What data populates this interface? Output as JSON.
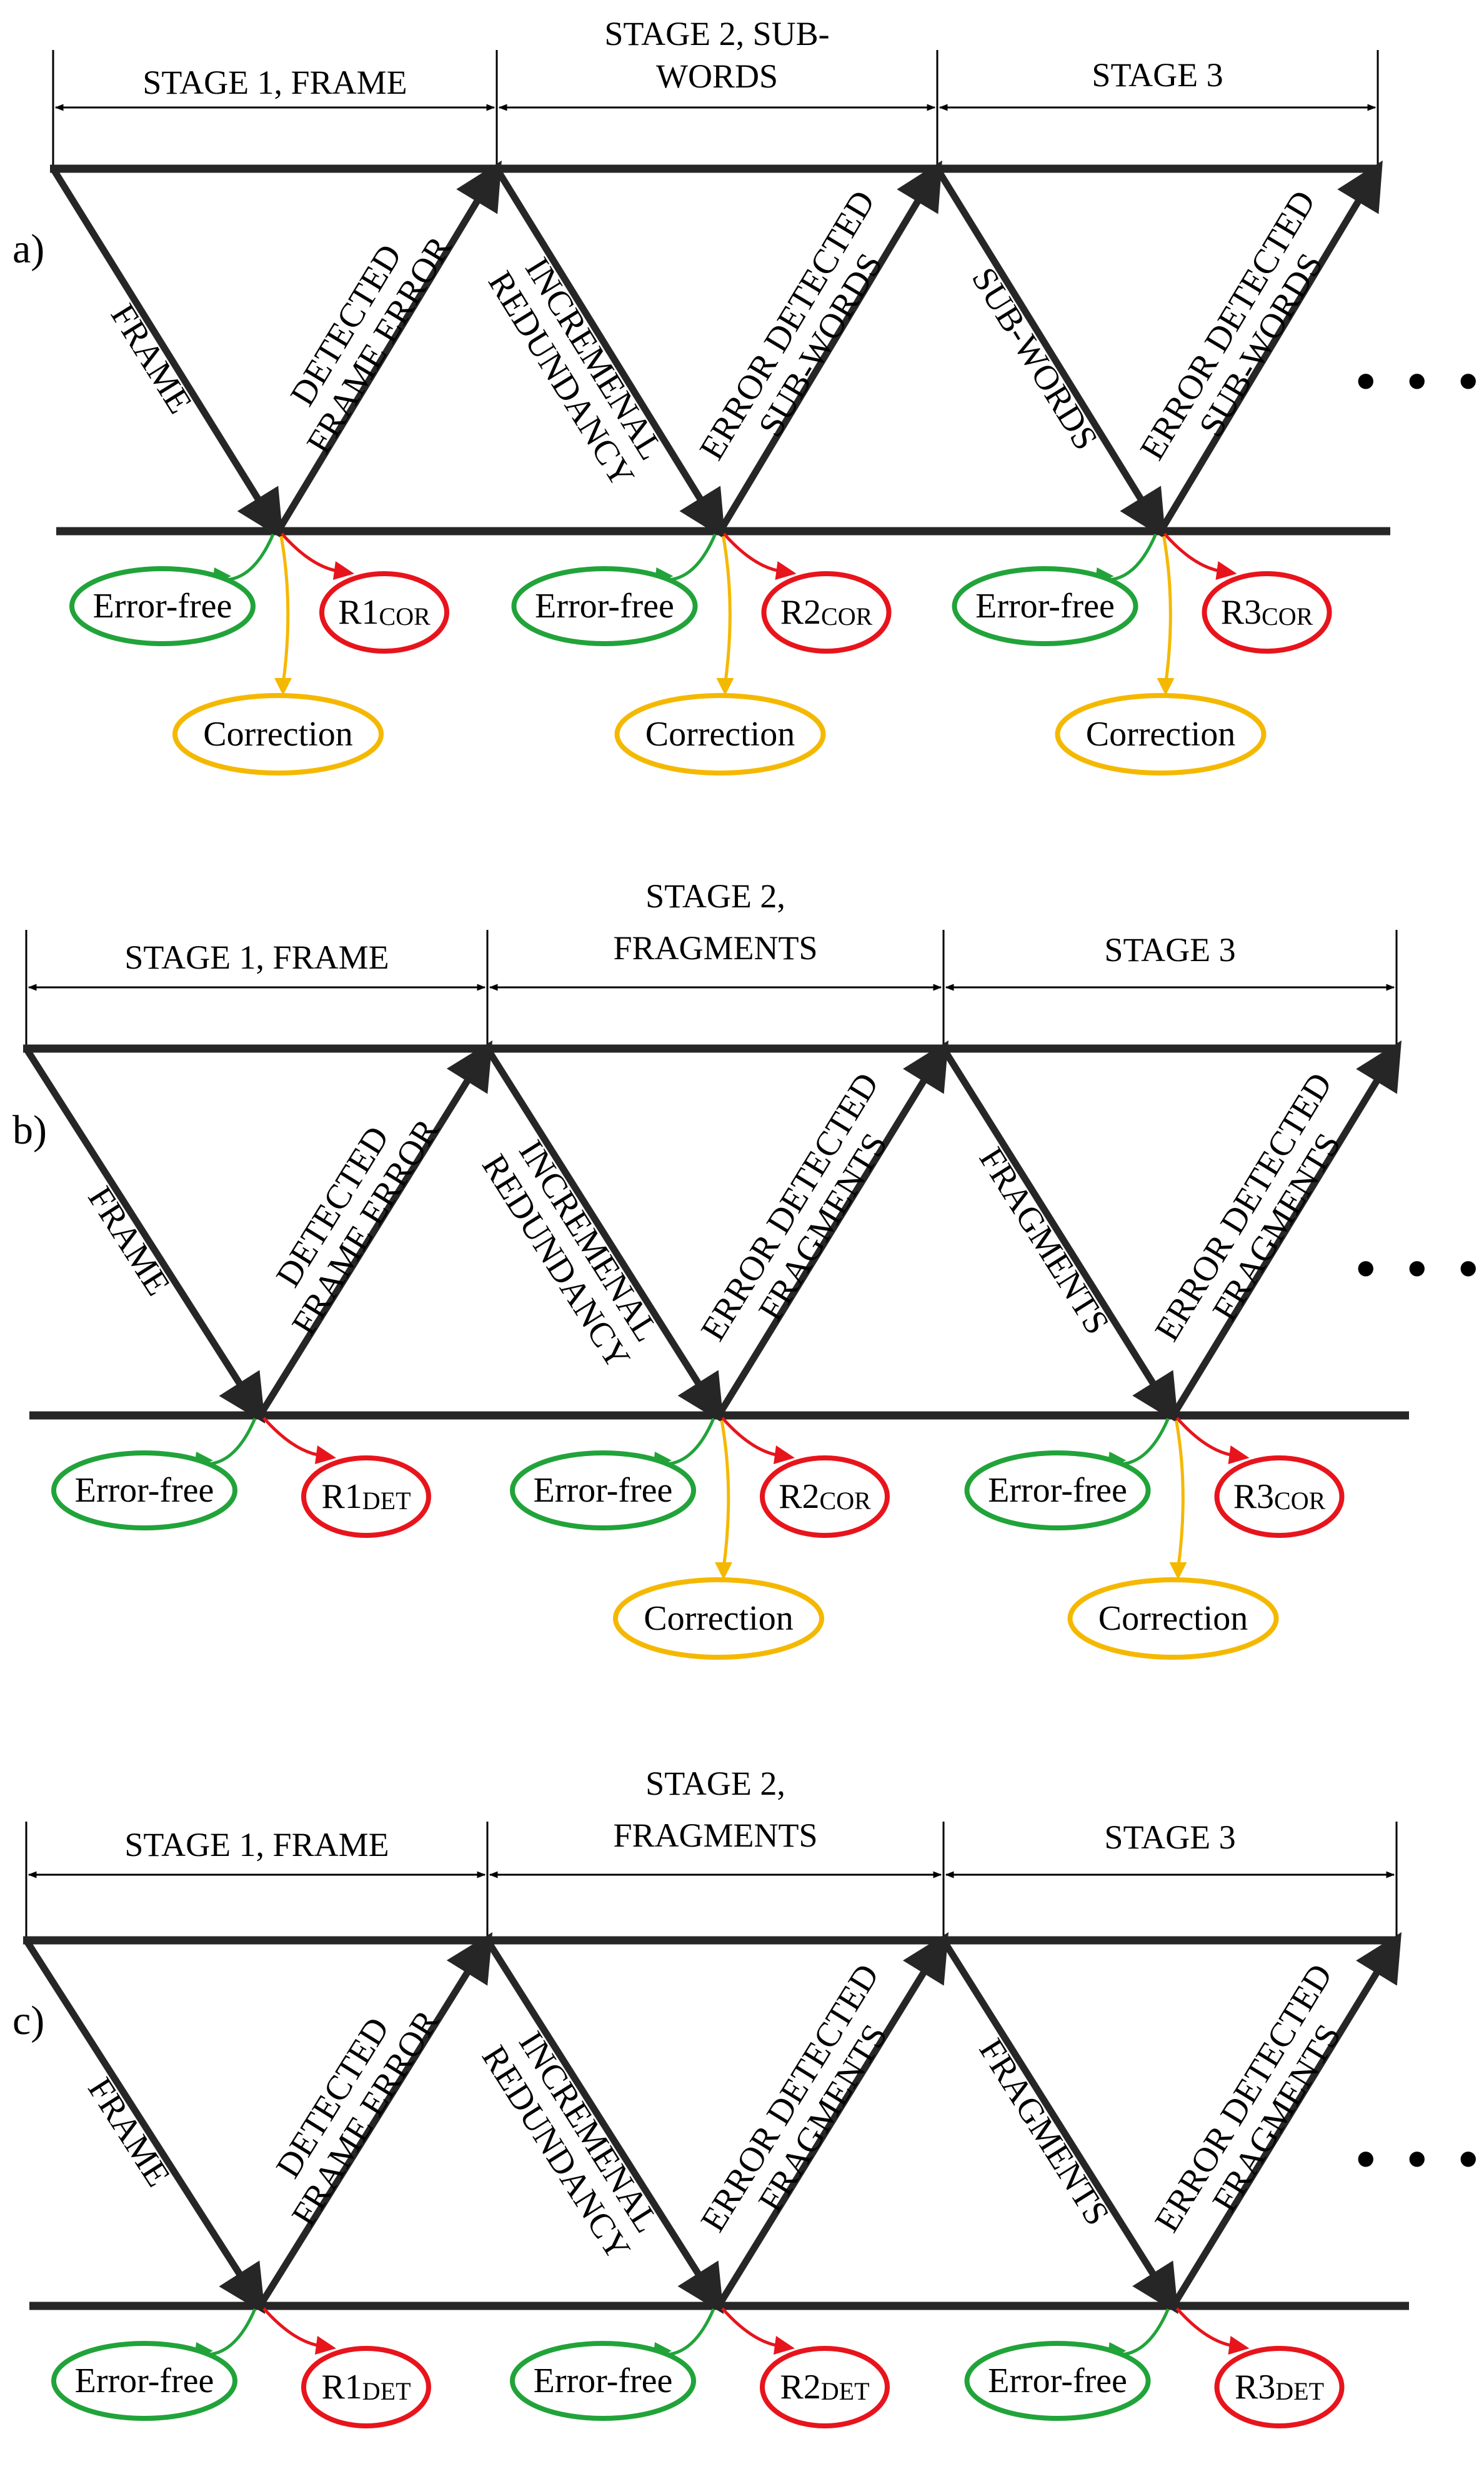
{
  "colors": {
    "line": "#262626",
    "error_free": "#21a33a",
    "retransmission": "#e8141c",
    "correction": "#f5b800"
  },
  "ellipsis": "• • •",
  "panels": [
    {
      "label": "a)",
      "stages": [
        {
          "lines": [
            "STAGE 1, FRAME"
          ]
        },
        {
          "lines": [
            "STAGE 2, SUB-",
            "WORDS"
          ]
        },
        {
          "lines": [
            "STAGE 3"
          ]
        }
      ],
      "arrows": [
        {
          "lines": [
            "FRAME"
          ]
        },
        {
          "lines": [
            "FRAME ERROR",
            "DETECTED"
          ]
        },
        {
          "lines": [
            "INCREMENAL",
            "REDUNDANCY"
          ]
        },
        {
          "lines": [
            "SUB-WORDS",
            "ERROR DETECTED"
          ]
        },
        {
          "lines": [
            "SUB-WORDS"
          ]
        },
        {
          "lines": [
            "SUB-WORDS",
            "ERROR DETECTED"
          ]
        }
      ],
      "outcomes": [
        {
          "error_free": "Error-free",
          "retx_main": "R1",
          "retx_sub": "COR",
          "correction": "Correction"
        },
        {
          "error_free": "Error-free",
          "retx_main": "R2",
          "retx_sub": "COR",
          "correction": "Correction"
        },
        {
          "error_free": "Error-free",
          "retx_main": "R3",
          "retx_sub": "COR",
          "correction": "Correction"
        }
      ]
    },
    {
      "label": "b)",
      "stages": [
        {
          "lines": [
            "STAGE 1, FRAME"
          ]
        },
        {
          "lines": [
            "STAGE 2,",
            "FRAGMENTS"
          ]
        },
        {
          "lines": [
            "STAGE 3"
          ]
        }
      ],
      "arrows": [
        {
          "lines": [
            "FRAME"
          ]
        },
        {
          "lines": [
            "FRAME ERROR",
            "DETECTED"
          ]
        },
        {
          "lines": [
            "INCREMENAL",
            "REDUNDANCY"
          ]
        },
        {
          "lines": [
            "FRAGMENTS",
            "ERROR DETECTED"
          ]
        },
        {
          "lines": [
            "FRAGMENTS"
          ]
        },
        {
          "lines": [
            "FRAGMENTS",
            "ERROR DETECTED"
          ]
        }
      ],
      "outcomes": [
        {
          "error_free": "Error-free",
          "retx_main": "R1",
          "retx_sub": "DET",
          "correction": null
        },
        {
          "error_free": "Error-free",
          "retx_main": "R2",
          "retx_sub": "COR",
          "correction": "Correction"
        },
        {
          "error_free": "Error-free",
          "retx_main": "R3",
          "retx_sub": "COR",
          "correction": "Correction"
        }
      ]
    },
    {
      "label": "c)",
      "stages": [
        {
          "lines": [
            "STAGE 1, FRAME"
          ]
        },
        {
          "lines": [
            "STAGE 2,",
            "FRAGMENTS"
          ]
        },
        {
          "lines": [
            "STAGE 3"
          ]
        }
      ],
      "arrows": [
        {
          "lines": [
            "FRAME"
          ]
        },
        {
          "lines": [
            "FRAME ERROR",
            "DETECTED"
          ]
        },
        {
          "lines": [
            "INCREMENAL",
            "REDUNDANCY"
          ]
        },
        {
          "lines": [
            "FRAGMENTS",
            "ERROR DETECTED"
          ]
        },
        {
          "lines": [
            "FRAGMENTS"
          ]
        },
        {
          "lines": [
            "FRAGMENTS",
            "ERROR DETECTED"
          ]
        }
      ],
      "outcomes": [
        {
          "error_free": "Error-free",
          "retx_main": "R1",
          "retx_sub": "DET",
          "correction": null
        },
        {
          "error_free": "Error-free",
          "retx_main": "R2",
          "retx_sub": "DET",
          "correction": null
        },
        {
          "error_free": "Error-free",
          "retx_main": "R3",
          "retx_sub": "DET",
          "correction": null
        }
      ]
    }
  ]
}
